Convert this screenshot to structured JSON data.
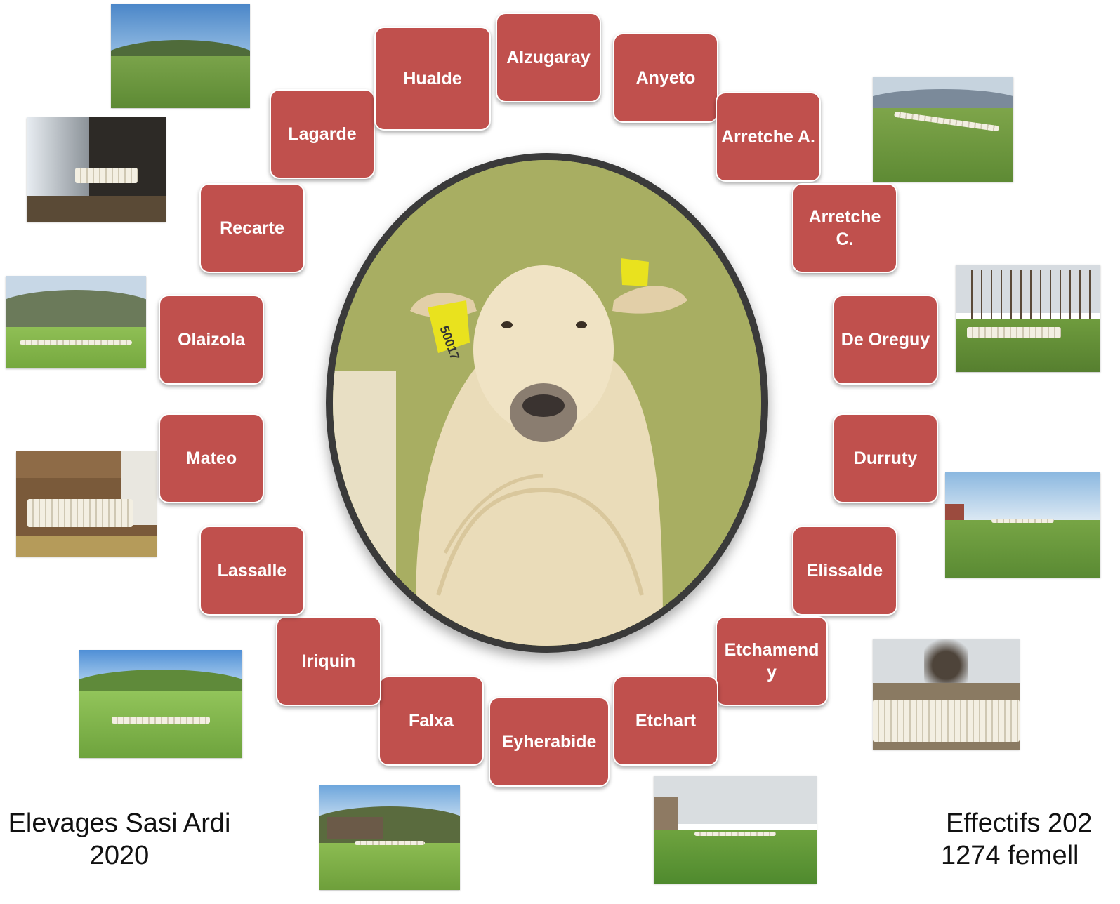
{
  "farms": [
    "Alzugaray",
    "Anyeto",
    "Arretche A.",
    "Arretche C.",
    "De Oreguy",
    "Durruty",
    "Elissalde",
    "Etchamend y",
    "Etchart",
    "Eyherabide",
    "Falxa",
    "Iriquin",
    "Lassalle",
    "Mateo",
    "Olaizola",
    "Recarte",
    "Lagarde",
    "Hualde"
  ],
  "caption_left": {
    "line1": "Elevages Sasi Ardi",
    "line2": "2020"
  },
  "caption_right": {
    "line1": "Effectifs 202",
    "line2": "1274 femell"
  },
  "center_image": {
    "ear_tag_text": "50017"
  },
  "colors": {
    "tile": "#c0504d",
    "frame": "#3a3a3a"
  }
}
